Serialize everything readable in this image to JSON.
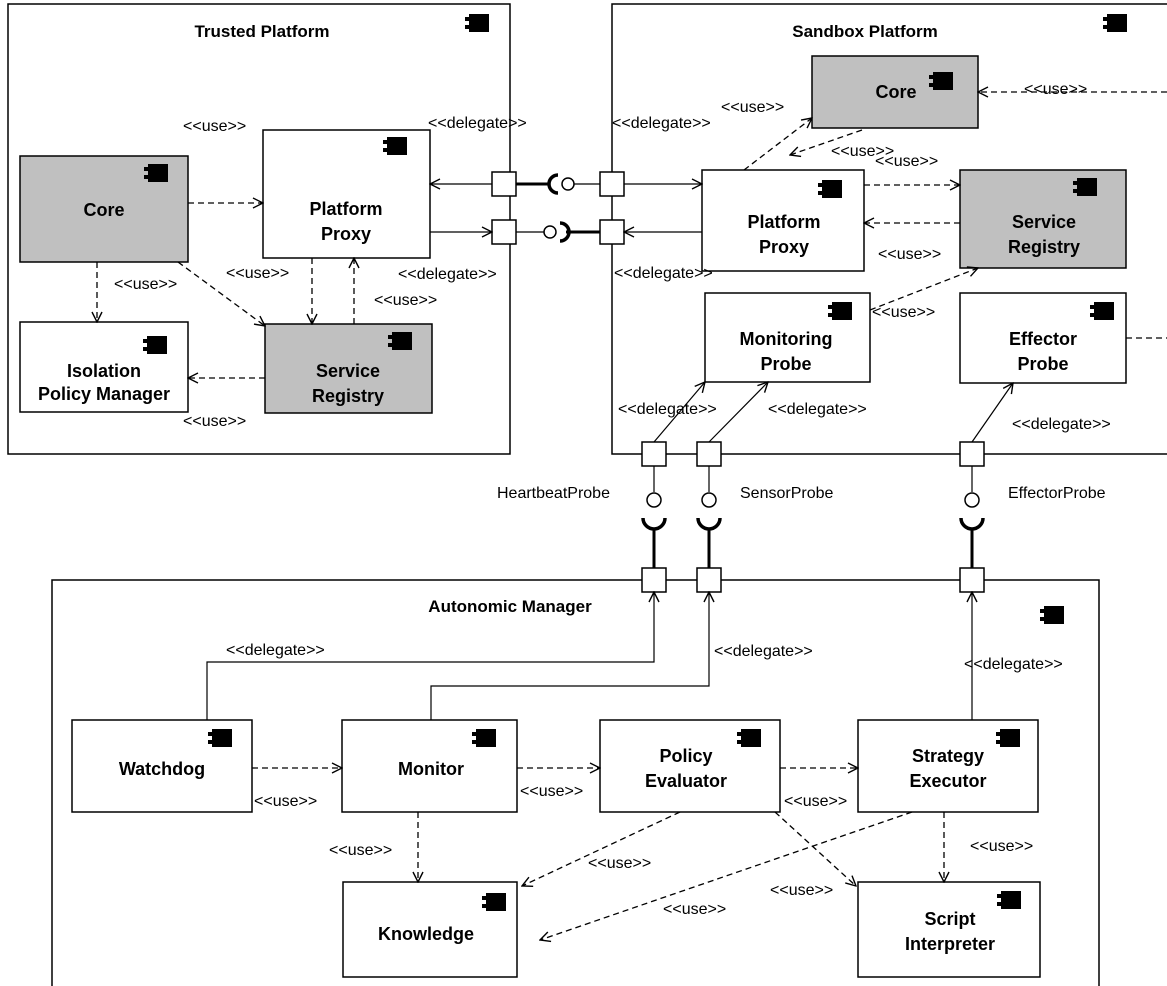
{
  "containers": {
    "trusted": "Trusted Platform",
    "sandbox": "Sandbox Platform",
    "manager": "Autonomic Manager"
  },
  "components": {
    "trusted_core": "Core",
    "trusted_proxy": [
      "Platform",
      "Proxy"
    ],
    "isolation": [
      "Isolation",
      "Policy Manager"
    ],
    "trusted_registry": [
      "Service",
      "Registry"
    ],
    "sandbox_core": "Core",
    "sandbox_proxy": [
      "Platform",
      "Proxy"
    ],
    "sandbox_registry": [
      "Service",
      "Registry"
    ],
    "monitoring_probe": [
      "Monitoring",
      "Probe"
    ],
    "effector_probe": [
      "Effector",
      "Probe"
    ],
    "watchdog": "Watchdog",
    "monitor": "Monitor",
    "policy_evaluator": [
      "Policy",
      "Evaluator"
    ],
    "strategy_executor": [
      "Strategy",
      "Executor"
    ],
    "knowledge": "Knowledge",
    "script_interpreter": [
      "Script",
      "Interpreter"
    ]
  },
  "stereotypes": {
    "use": "<<use>>",
    "delegate": "<<delegate>>"
  },
  "interfaces": {
    "heartbeat": "HeartbeatProbe",
    "sensor": "SensorProbe",
    "effector": "EffectorProbe"
  }
}
